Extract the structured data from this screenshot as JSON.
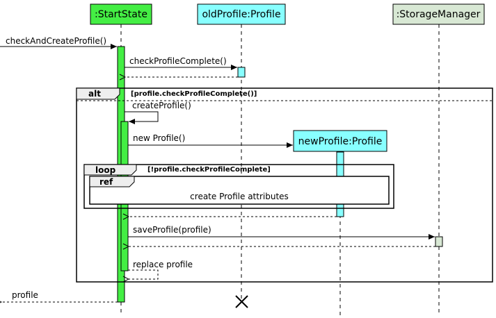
{
  "participants": {
    "start_state": {
      "label": ":StartState",
      "color": "#44ee44"
    },
    "old_profile": {
      "label": "oldProfile:Profile",
      "color": "#88ffff"
    },
    "storage_manager": {
      "label": ":StorageManager",
      "color": "#d8e8d4"
    },
    "new_profile": {
      "label": "newProfile:Profile",
      "color": "#88ffff"
    }
  },
  "messages": {
    "check_and_create": "checkAndCreateProfile()",
    "check_complete": "checkProfileComplete()",
    "create_profile": "createProfile()",
    "new_profile": "new Profile()",
    "save_profile": "saveProfile(profile)",
    "replace_profile": "replace profile",
    "return_profile": "profile"
  },
  "fragments": {
    "alt": {
      "keyword": "alt",
      "guard": "[profile.checkProfileComplete()]"
    },
    "loop": {
      "keyword": "loop",
      "guard": "[!profile.checkProfileComplete]"
    },
    "ref": {
      "keyword": "ref",
      "text": "create Profile attributes"
    }
  }
}
